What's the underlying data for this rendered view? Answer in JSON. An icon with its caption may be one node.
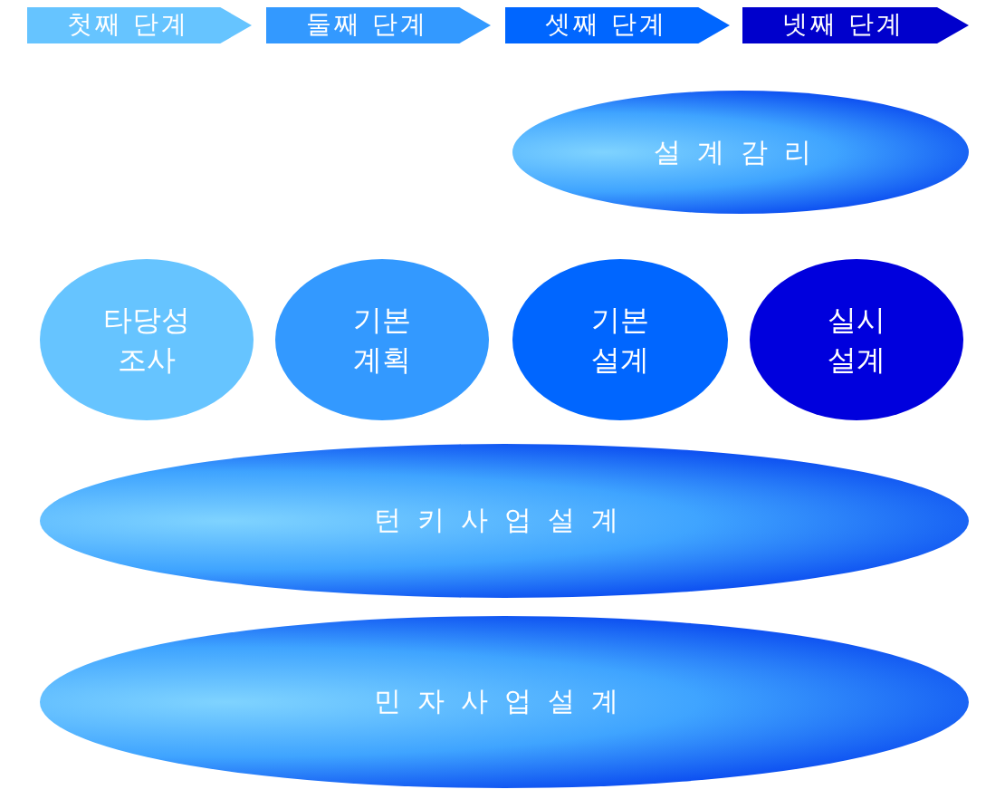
{
  "diagram": {
    "nodes": [
      {
        "text": [
          "첫째 단계"
        ]
      },
      {
        "text": [
          "둘째 단계"
        ]
      },
      {
        "text": [
          "셋째 단계"
        ]
      },
      {
        "text": [
          "넷째 단계"
        ]
      },
      {
        "text": [
          "설계감리"
        ]
      },
      {
        "text": [
          "타당성 조사"
        ]
      },
      {
        "text": [
          "기본 계획"
        ]
      },
      {
        "text": [
          "기본 설계"
        ]
      },
      {
        "text": [
          "실시 설계"
        ]
      },
      {
        "text": [
          "턴키사업설계"
        ]
      },
      {
        "text": [
          "민자사업설계"
        ]
      }
    ]
  }
}
